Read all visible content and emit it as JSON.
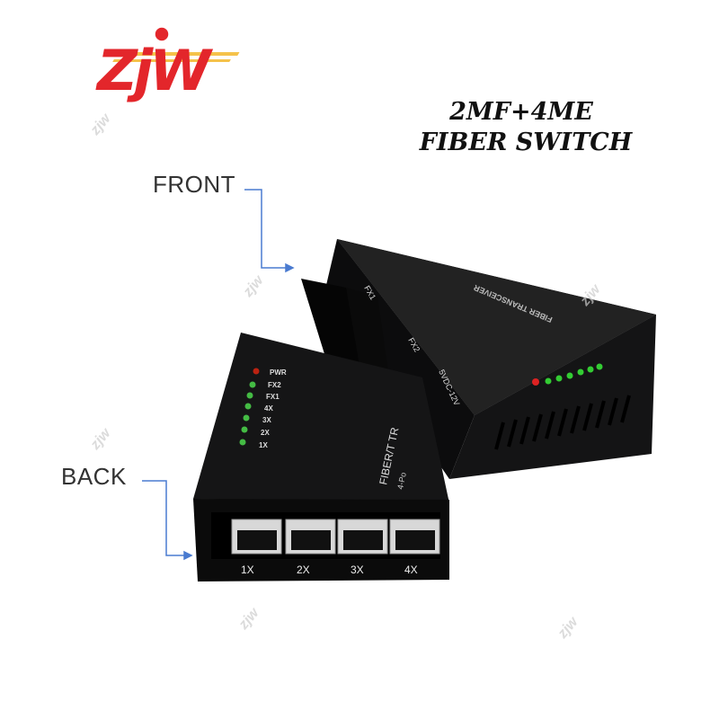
{
  "logo": {
    "text": "ZJW",
    "colors": {
      "red": "#e3262b",
      "yellow": "#f7c948"
    }
  },
  "title": {
    "line1": "2MF+4ME",
    "line2": "FIBER SWITCH"
  },
  "labels": {
    "front": "FRONT",
    "back": "BACK"
  },
  "arrow_color": "#4a7bd0",
  "back_unit": {
    "led_labels": [
      "PWR",
      "FX2",
      "FX1",
      "4X",
      "3X",
      "2X",
      "1X"
    ],
    "port_labels": [
      "1X",
      "2X",
      "3X",
      "4X"
    ],
    "side_text": "FIBER/T TR",
    "side_subtext": "4-Po"
  },
  "front_unit": {
    "port_labels": [
      "FX1",
      "FX2"
    ],
    "power_label": "5VDC-12V",
    "top_text": "FIBER TRANSCEIVER"
  },
  "watermark": "zjw"
}
